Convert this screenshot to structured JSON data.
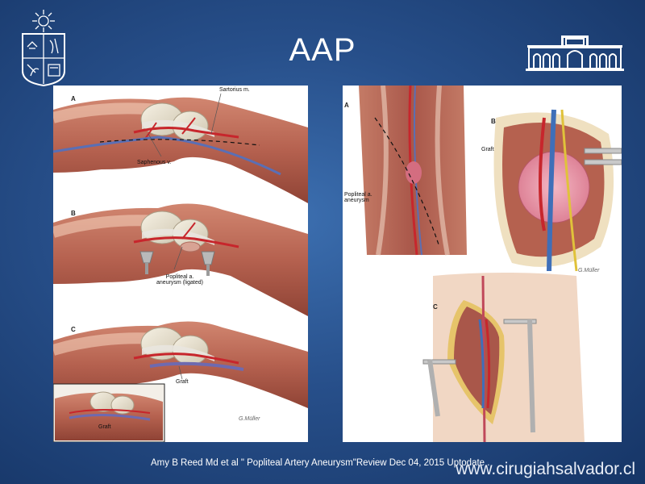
{
  "slide": {
    "title": "AAP",
    "citation": "Amy B Reed Md et al \" Popliteal Artery Aneurysm\"Review Dec 04, 2015 Uptodate .",
    "website": "www.cirugiahsalvador.cl"
  },
  "left_figure": {
    "panel_a": {
      "label": "A",
      "sartorius": "Sartorius m.",
      "saphenous": "Saphenous v."
    },
    "panel_b": {
      "label": "B",
      "aneurysm_line1": "Popliteal a.",
      "aneurysm_line2": "aneurysm (ligated)"
    },
    "panel_c": {
      "label": "C",
      "graft": "Graft",
      "inset_graft": "Graft",
      "signature": "G.Müller"
    }
  },
  "right_figure": {
    "panel_a": {
      "label": "A",
      "aneurysm_line1": "Popliteal a.",
      "aneurysm_line2": "aneurysm"
    },
    "panel_b": {
      "label": "B",
      "graft": "Graft",
      "signature": "G.Müller"
    },
    "panel_c": {
      "label": "C"
    }
  },
  "colors": {
    "background": "#274f8a",
    "muscle": "#b5614f",
    "artery": "#c7262c",
    "vein": "#5a6fb5",
    "graft": "#6e6ab0"
  }
}
